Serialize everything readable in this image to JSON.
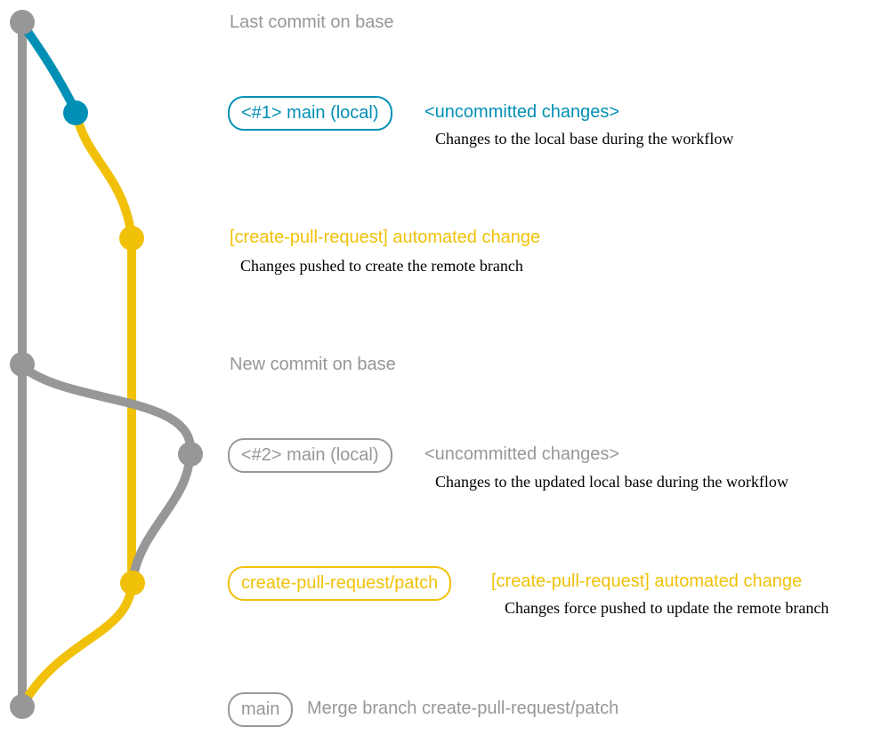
{
  "colors": {
    "gray": "#979797",
    "teal": "#008fb5",
    "yellow": "#f1c109",
    "note": "#000000",
    "background": "#ffffff"
  },
  "graph": {
    "type": "git-graph",
    "branches": [
      {
        "name": "base",
        "color": "#979797"
      },
      {
        "name": "main (local)",
        "color": "#008fb5"
      },
      {
        "name": "create-pull-request/patch",
        "color": "#f1c109"
      }
    ],
    "commits": [
      {
        "branch": "base",
        "label": "Last commit on base",
        "color": "#979797"
      },
      {
        "branch": "main (local)",
        "label": "<#1> main (local) <uncommitted changes>",
        "color": "#008fb5"
      },
      {
        "branch": "create-pull-request/patch",
        "label": "[create-pull-request] automated change",
        "color": "#f1c109"
      },
      {
        "branch": "base",
        "label": "New commit on base",
        "color": "#979797"
      },
      {
        "branch": "main (local)",
        "label": "<#2> main (local) <uncommitted changes>",
        "color": "#979797"
      },
      {
        "branch": "create-pull-request/patch",
        "label": "create-pull-request/patch [create-pull-request] automated change",
        "color": "#f1c109"
      },
      {
        "branch": "base",
        "label": "main Merge branch create-pull-request/patch",
        "color": "#979797"
      }
    ]
  },
  "rows": {
    "last_commit": {
      "label": "Last commit on base"
    },
    "row1": {
      "badge": "<#1> main (local)",
      "message": "<uncommitted changes>",
      "note": "Changes to the local base during the workflow"
    },
    "row2": {
      "message": "[create-pull-request] automated change",
      "note": "Changes pushed to create the remote branch"
    },
    "new_commit": {
      "label": "New commit on base"
    },
    "row3": {
      "badge": "<#2> main (local)",
      "message": "<uncommitted changes>",
      "note": "Changes to the updated local base during the workflow"
    },
    "row4": {
      "badge": "create-pull-request/patch",
      "message": "[create-pull-request] automated change",
      "note": "Changes force pushed to update the remote branch"
    },
    "merge": {
      "badge": "main",
      "message": "Merge branch create-pull-request/patch"
    }
  }
}
